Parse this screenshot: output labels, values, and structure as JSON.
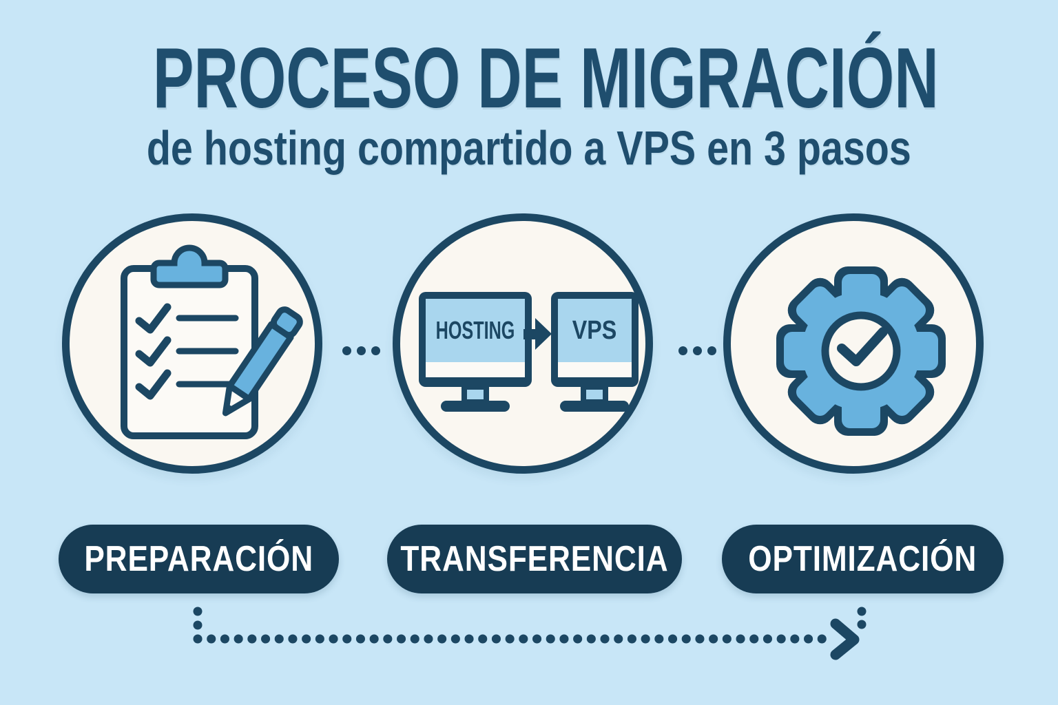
{
  "title": "PROCESO DE MIGRACIÓN",
  "subtitle": "de hosting compartido a VPS en 3 pasos",
  "steps": [
    {
      "label": "PREPARACIÓN",
      "icon": "clipboard-checklist-icon"
    },
    {
      "label": "TRANSFERENCIA",
      "icon": "hosting-to-vps-icon",
      "monitor_labels": [
        "HOSTING",
        "VPS"
      ]
    },
    {
      "label": "OPTIMIZACIÓN",
      "icon": "gear-checkmark-icon"
    }
  ],
  "connector": {
    "style": "dotted",
    "direction": "left-to-right-arrow"
  },
  "colors": {
    "background": "#c8e6f7",
    "navy": "#1c4763",
    "title_navy": "#1f4e6e",
    "pill_navy": "#173c54",
    "medium_blue": "#68b2de",
    "screen_blue": "#a9d6ee",
    "circle_fill": "#faf7f1",
    "card_white": "#fcfaf6",
    "text_white": "#ffffff"
  }
}
